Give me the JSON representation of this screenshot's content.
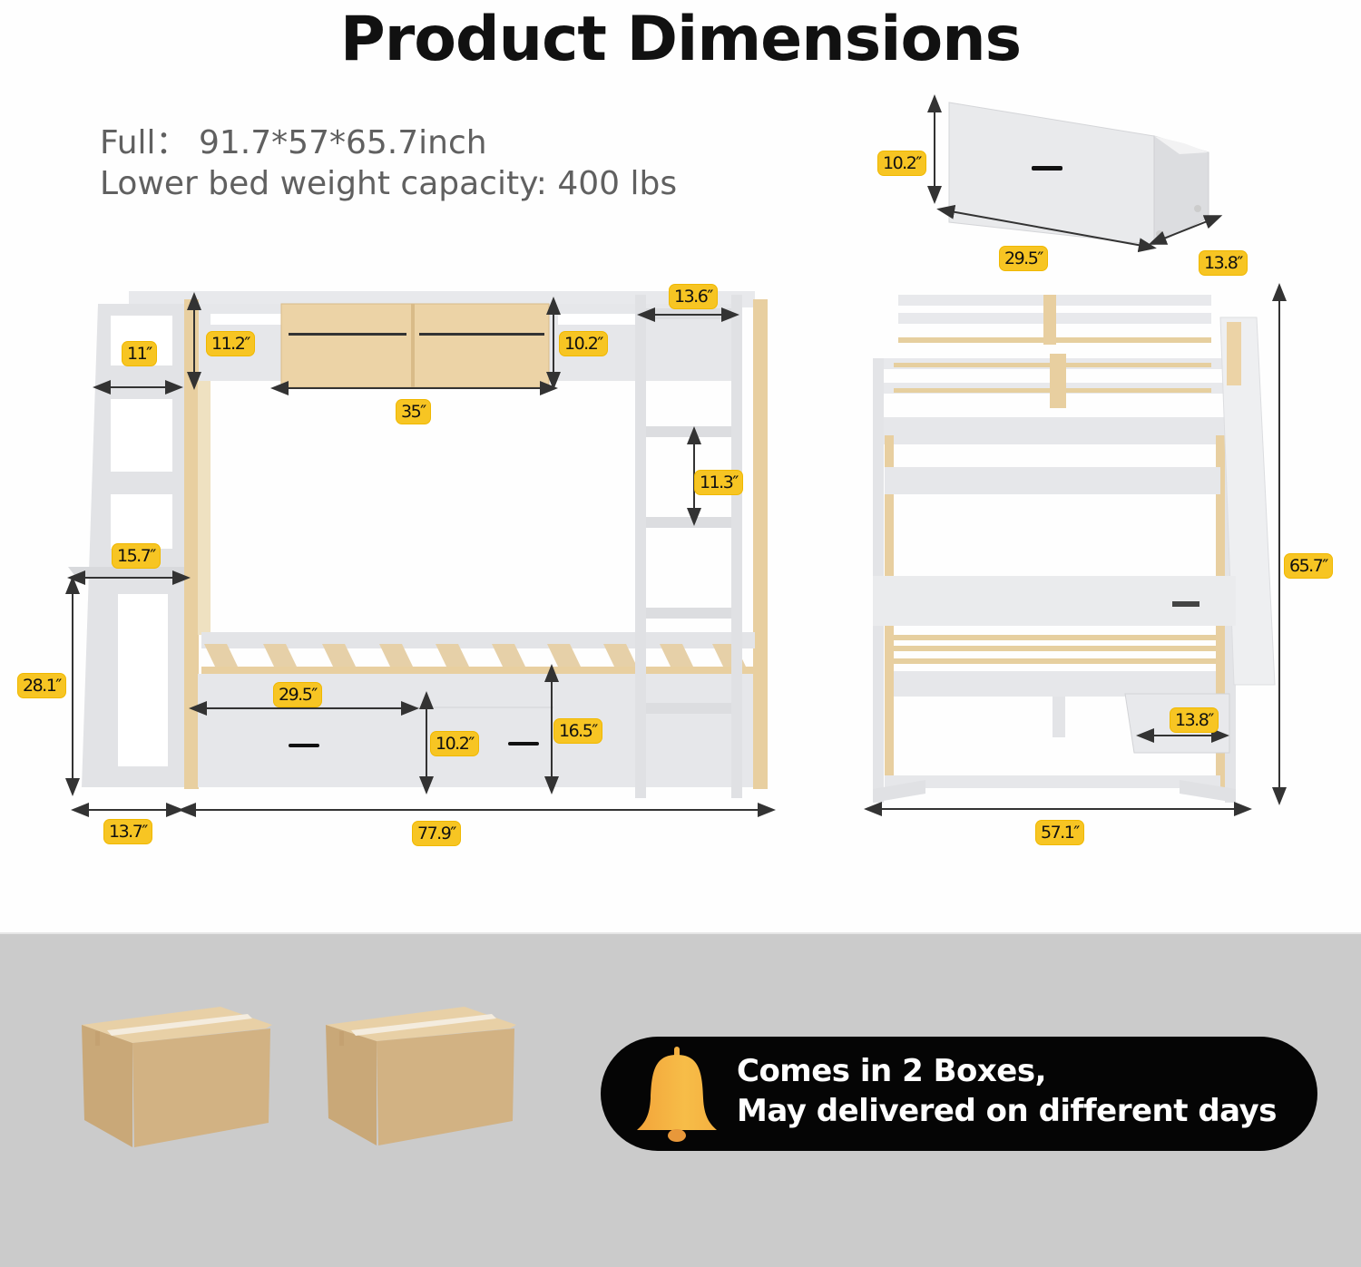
{
  "header": {
    "title": "Product Dimensions"
  },
  "specs": {
    "size_line": "Full： 91.7*57*65.7inch",
    "capacity_line": "Lower bed weight capacity: 400 lbs"
  },
  "drawer_view": {
    "height": "10.2″",
    "width": "29.5″",
    "depth": "13.8″"
  },
  "side_view": {
    "shelf_step_width": "11″",
    "headboard_rail_height": "11.2″",
    "bookshelf_width": "35″",
    "bookshelf_height": "10.2″",
    "ladder_width": "13.6″",
    "ladder_step_spacing": "11.3″",
    "desk_width": "15.7″",
    "desk_height": "28.1″",
    "desk_depth": "13.7″",
    "drawer_width": "29.5″",
    "drawer_height": "10.2″",
    "lower_bed_height": "16.5″",
    "total_length": "77.9″"
  },
  "front_view": {
    "total_height": "65.7″",
    "total_width": "57.1″",
    "drawer_depth": "13.8″"
  },
  "shipping": {
    "box_count": 2,
    "line1": "Comes in 2 Boxes,",
    "line2": "May delivered on different days",
    "icon": "bell-icon"
  },
  "colors": {
    "label_bg": "#f7c523",
    "wood": "#e8cfa0",
    "frame": "#e4e5e8",
    "band_bg": "#cbcbcb",
    "pill_bg": "#050505",
    "bell": "#f5b43a"
  }
}
